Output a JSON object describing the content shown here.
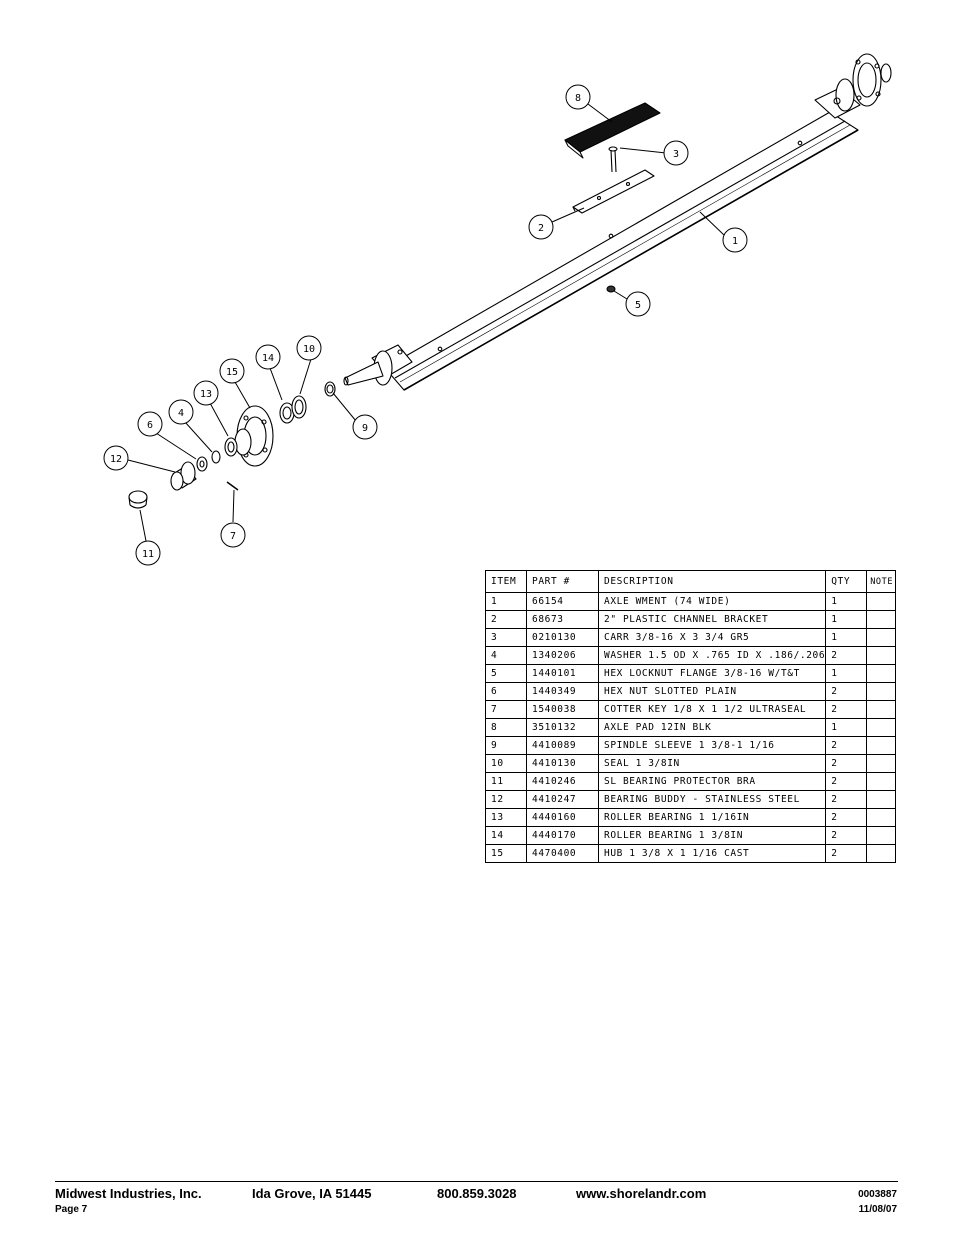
{
  "diagram": {
    "callouts": [
      "1",
      "2",
      "3",
      "4",
      "5",
      "6",
      "7",
      "8",
      "9",
      "10",
      "11",
      "12",
      "13",
      "14",
      "15"
    ]
  },
  "parts_table": {
    "headers": [
      "ITEM",
      "PART #",
      "DESCRIPTION",
      "QTY",
      "NOTE"
    ],
    "rows": [
      {
        "item": "1",
        "part": "66154",
        "description": "AXLE WMENT (74 WIDE)",
        "qty": "1",
        "note": ""
      },
      {
        "item": "2",
        "part": "68673",
        "description": "2\" PLASTIC CHANNEL BRACKET",
        "qty": "1",
        "note": ""
      },
      {
        "item": "3",
        "part": "0210130",
        "description": "CARR 3/8-16 X 3 3/4 GR5",
        "qty": "1",
        "note": ""
      },
      {
        "item": "4",
        "part": "1340206",
        "description": "WASHER 1.5 OD X .765 ID X .186/.206",
        "qty": "2",
        "note": ""
      },
      {
        "item": "5",
        "part": "1440101",
        "description": "HEX LOCKNUT FLANGE 3/8-16 W/T&T",
        "qty": "1",
        "note": ""
      },
      {
        "item": "6",
        "part": "1440349",
        "description": "HEX NUT SLOTTED PLAIN",
        "qty": "2",
        "note": ""
      },
      {
        "item": "7",
        "part": "1540038",
        "description": "COTTER KEY 1/8 X 1 1/2 ULTRASEAL",
        "qty": "2",
        "note": ""
      },
      {
        "item": "8",
        "part": "3510132",
        "description": "AXLE PAD 12IN  BLK",
        "qty": "1",
        "note": ""
      },
      {
        "item": "9",
        "part": "4410089",
        "description": "SPINDLE SLEEVE  1 3/8-1 1/16",
        "qty": "2",
        "note": ""
      },
      {
        "item": "10",
        "part": "4410130",
        "description": "SEAL  1 3/8IN",
        "qty": "2",
        "note": ""
      },
      {
        "item": "11",
        "part": "4410246",
        "description": "SL BEARING PROTECTOR BRA",
        "qty": "2",
        "note": ""
      },
      {
        "item": "12",
        "part": "4410247",
        "description": "BEARING BUDDY - STAINLESS STEEL",
        "qty": "2",
        "note": ""
      },
      {
        "item": "13",
        "part": "4440160",
        "description": "ROLLER BEARING   1 1/16IN",
        "qty": "2",
        "note": ""
      },
      {
        "item": "14",
        "part": "4440170",
        "description": "ROLLER BEARING   1 3/8IN",
        "qty": "2",
        "note": ""
      },
      {
        "item": "15",
        "part": "4470400",
        "description": "HUB   1 3/8 X 1 1/16 CAST",
        "qty": "2",
        "note": ""
      }
    ]
  },
  "footer": {
    "company": "Midwest Industries, Inc.",
    "location": "Ida Grove, IA  51445",
    "phone": "800.859.3028",
    "website": "www.shorelandr.com",
    "page": "Page 7",
    "doc_number": "0003887",
    "date": "11/08/07"
  }
}
